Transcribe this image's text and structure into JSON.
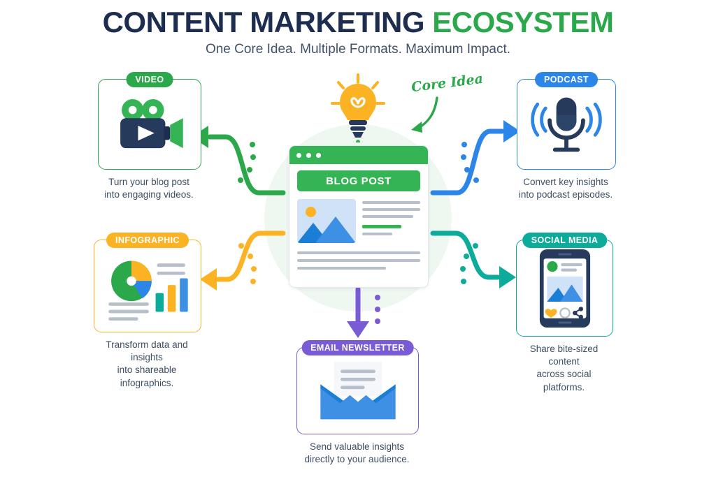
{
  "header": {
    "title_main": "CONTENT MARKETING",
    "title_accent": "ECOSYSTEM",
    "subtitle": "One Core Idea. Multiple Formats. Maximum Impact."
  },
  "center": {
    "core_idea_label": "Core Idea",
    "blog_banner": "BLOG POST",
    "bulb_icon": "lightbulb-icon",
    "window_dots": 3
  },
  "colors": {
    "green": "#2aa84a",
    "blog_green": "#35b455",
    "blue": "#2b86e8",
    "amber": "#fbb324",
    "teal": "#0cab9a",
    "purple": "#7a5bd6",
    "navy": "#1d2d50",
    "text": "#3d4f66",
    "halo": "#eff7f1",
    "line_gray": "#b7c0ca"
  },
  "nodes": [
    {
      "key": "video",
      "badge": "VIDEO",
      "color": "#2aa84a",
      "icon": "video-camera-icon",
      "caption_line1": "Turn your blog post",
      "caption_line2": "into engaging videos."
    },
    {
      "key": "podcast",
      "badge": "PODCAST",
      "color": "#2b86e8",
      "icon": "microphone-icon",
      "caption_line1": "Convert key insights",
      "caption_line2": "into podcast episodes."
    },
    {
      "key": "infographic",
      "badge": "INFOGRAPHIC",
      "color": "#fbb324",
      "icon": "chart-report-icon",
      "caption_line1": "Transform data and insights",
      "caption_line2": "into shareable infographics."
    },
    {
      "key": "social",
      "badge": "SOCIAL MEDIA",
      "color": "#0cab9a",
      "icon": "smartphone-post-icon",
      "caption_line1": "Share bite-sized content",
      "caption_line2": "across social platforms."
    },
    {
      "key": "email",
      "badge": "EMAIL NEWSLETTER",
      "color": "#7a5bd6",
      "icon": "envelope-icon",
      "caption_line1": "Send valuable insights",
      "caption_line2": "directly to your audience."
    }
  ],
  "connectors": [
    {
      "name": "arrow-to-video",
      "color": "#2aa84a",
      "direction": "left"
    },
    {
      "name": "arrow-to-podcast",
      "color": "#2b86e8",
      "direction": "right"
    },
    {
      "name": "arrow-to-infographic",
      "color": "#fbb324",
      "direction": "left"
    },
    {
      "name": "arrow-to-social",
      "color": "#0cab9a",
      "direction": "right"
    },
    {
      "name": "arrow-to-email",
      "color": "#7a5bd6",
      "direction": "down"
    },
    {
      "name": "arrow-core-idea",
      "color": "#2aa84a",
      "direction": "down-left"
    }
  ]
}
